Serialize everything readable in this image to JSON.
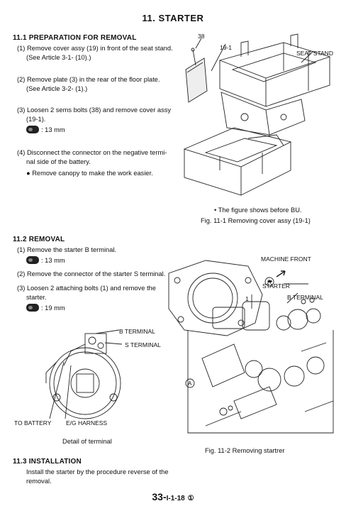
{
  "title": "11.  STARTER",
  "sec1": {
    "heading": "11.1  PREPARATION FOR REMOVAL",
    "s1a": "(1) Remove cover assy (19) in front of the seat stand.",
    "s1b": "(See Article 3-1- (10).)",
    "s2a": "(2) Remove plate (3) in the rear of the floor plate.",
    "s2b": "(See Article 3-2- (1).)",
    "s3a": "(3) Loosen 2 sems bolts (38) and remove cover assy",
    "s3b": "(19-1).",
    "s3tool": ": 13 mm",
    "s4a": "(4) Disconnect the connector on the negative termi-",
    "s4b": "nal side of the battery.",
    "bullet": "Remove canopy to make the work easier."
  },
  "fig1": {
    "label_38": "38",
    "label_19_1": "19-1",
    "label_seat_stand": "SEAT STAND",
    "note": "• The figure shows before BU.",
    "caption": "Fig. 11-1 Removing cover assy (19-1)"
  },
  "sec2": {
    "heading": "11.2  REMOVAL",
    "s1": "(1) Remove the starter B terminal.",
    "s1tool": ": 13 mm",
    "s2": "(2) Remove the connector of the starter S terminal.",
    "s3a": "(3) Loosen 2 attaching bolts (1) and remove the",
    "s3b": "starter.",
    "s3tool": ": 19 mm"
  },
  "detail_fig": {
    "b_terminal": "B TERMINAL",
    "s_terminal": "S TERMINAL",
    "to_battery": "TO BATTERY",
    "eg_harness": "E/G HARNESS",
    "caption": "Detail of terminal"
  },
  "fig2": {
    "machine_front": "MACHINE FRONT",
    "starter": "STARTER",
    "b_terminal": "B TERMINAL",
    "label_1": "1",
    "circle_a": "A",
    "caption": "Fig. 11-2 Removing startrer"
  },
  "sec3": {
    "heading": "11.3  INSTALLATION",
    "p1": "Install the starter by the procedure reverse of the",
    "p2": "removal."
  },
  "footer": {
    "main": "33-",
    "sub": "I-1-18",
    "mark": "①"
  }
}
